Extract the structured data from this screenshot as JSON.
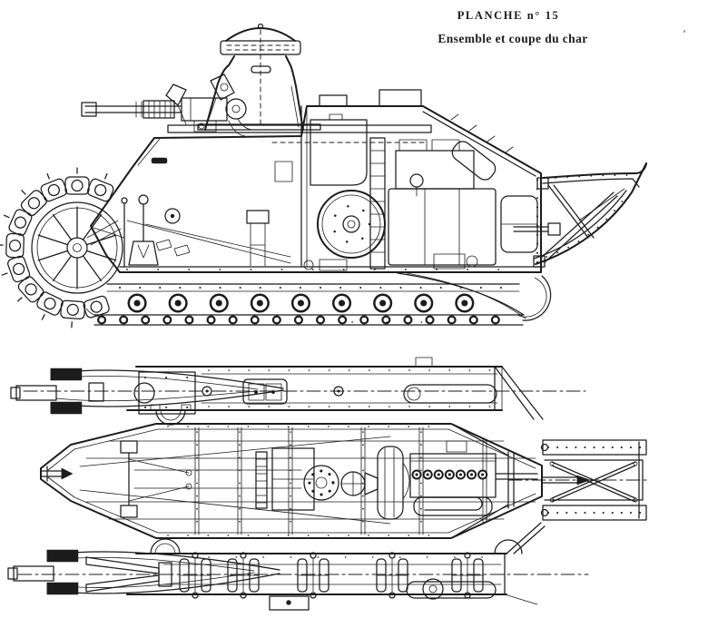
{
  "document": {
    "paper_color": "#ffffff",
    "ink_color": "#1c1c1c"
  },
  "header": {
    "plate_label": "PLANCHE n° 15",
    "caption": "Ensemble et coupe du char"
  },
  "figures": {
    "side_view": "side-cutaway-view-of-tank",
    "plan_view": "plan-view-of-tank-chassis"
  }
}
